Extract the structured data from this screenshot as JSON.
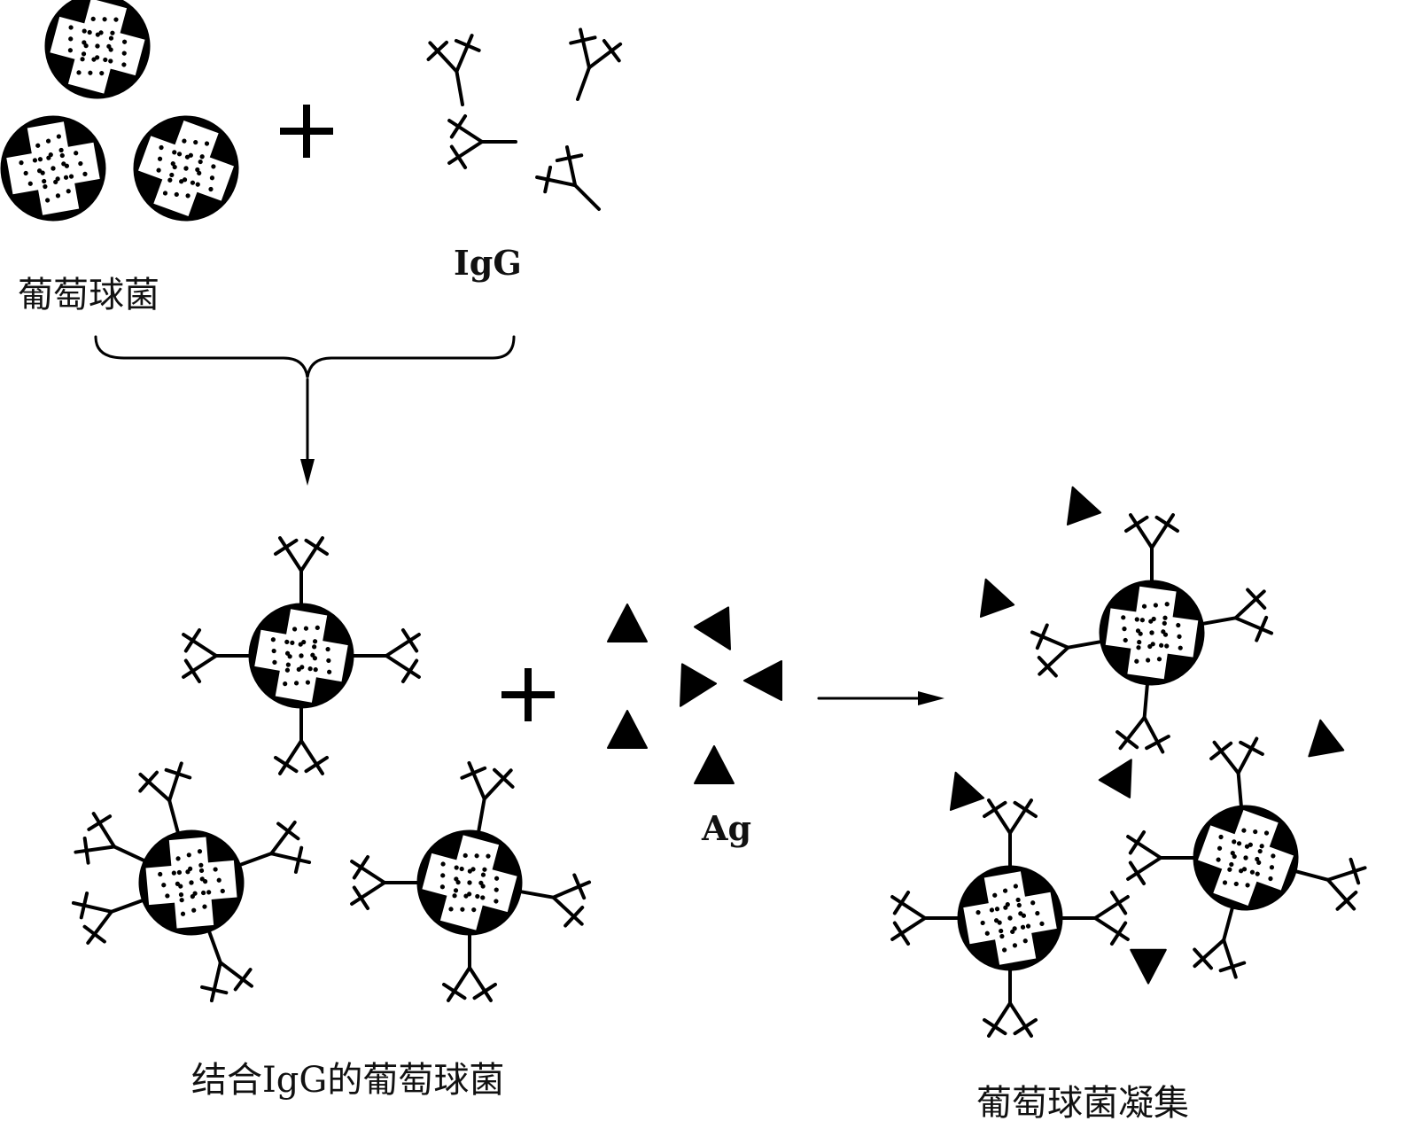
{
  "labels": {
    "staph": "葡萄球菌",
    "igg": "IgG",
    "staph_igg": "结合IgG的葡萄球菌",
    "ag": "Ag",
    "agglutination": "葡萄球菌凝集"
  },
  "icons": {
    "bacterium": "bacterium-icon",
    "antibody": "antibody-icon",
    "antigen": "antigen-triangle-icon",
    "plus": "plus-icon",
    "arrow": "arrow-icon",
    "brace": "brace-icon"
  },
  "colors": {
    "ink": "#000000",
    "background": "#ffffff"
  }
}
